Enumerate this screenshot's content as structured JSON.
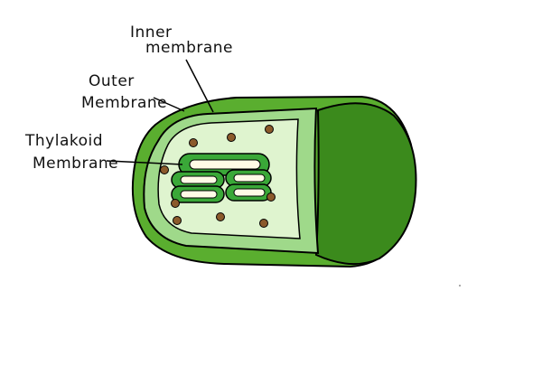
{
  "labels": {
    "inner": [
      "Inner",
      "membrane"
    ],
    "outer": [
      "Outer",
      "Membrane"
    ],
    "thylakoid": [
      "Thylakoid",
      "Membrane"
    ]
  },
  "colors": {
    "outer_membrane": "#5aae2f",
    "cut_face_dark": "#3b8a1c",
    "inner_band": "#9fd98a",
    "stroma": "#dff4cf",
    "thylakoid": "#3aa838",
    "thylakoid_lumen": "#fffbe6",
    "granule": "#8b5a2b",
    "outline": "#000000"
  }
}
